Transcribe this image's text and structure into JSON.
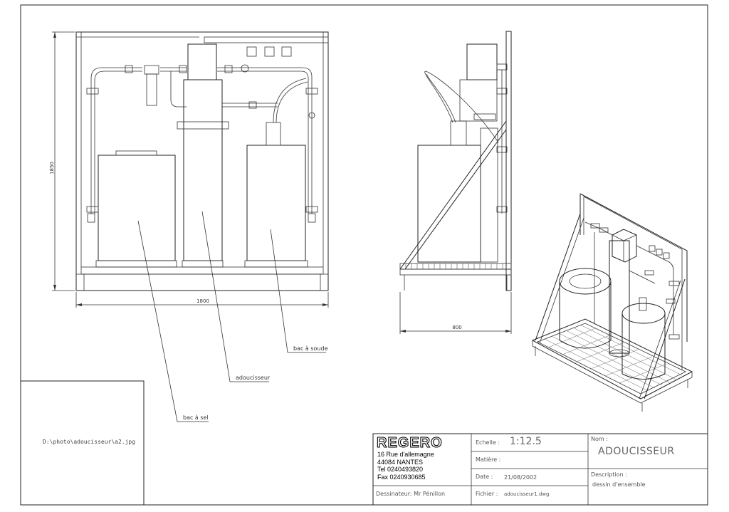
{
  "views": {
    "front": {
      "dim_height": "1850",
      "dim_width": "1800",
      "labels": {
        "bac_a_soude": "bac à soude",
        "adoucisseur": "adoucisseur",
        "bac_a_sel": "bac à sel"
      }
    },
    "side": {
      "dim_width": "800"
    }
  },
  "file_path": "D:\\photo\\adoucisseur\\a2.jpg",
  "title_block": {
    "company": "REGERO",
    "address": [
      "16 Rue d'allemagne",
      "44084 NANTES",
      "Tel  0240493820",
      "Fax 0240930685"
    ],
    "drafter": "Dessinateur: Mr Pénillon",
    "echelle_label": "Echelle :",
    "echelle_value": "1:12.5",
    "matiere_label": "Matière :",
    "date_label": "Date :",
    "date_value": "21/08/2002",
    "fichier_label": "Fichier :",
    "fichier_value": "adoucisseur1.dwg",
    "nom_label": "Nom :",
    "nom_value": "ADOUCISSEUR",
    "description_label": "Description :",
    "description_value": "dessin d'ensemble"
  }
}
